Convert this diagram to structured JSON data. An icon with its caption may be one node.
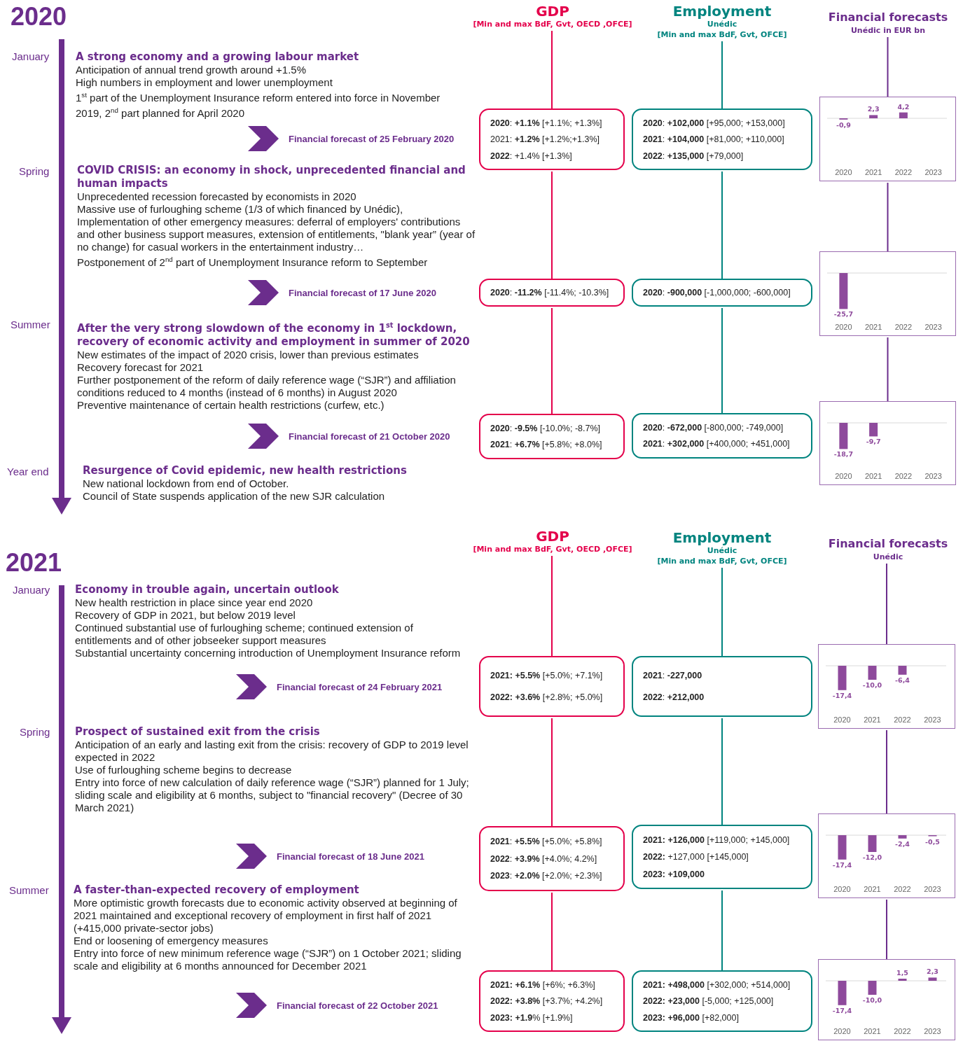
{
  "diagram": {
    "nodes": [
      {
        "text": [
          "GDP",
          "[Min and max BdF, Gvt, OECD ,OFCE]"
        ]
      },
      {
        "text": [
          "Employment",
          "Unédic",
          "[Min and max BdF, Gvt, OFCE]"
        ]
      },
      {
        "text": [
          "Financial forecasts",
          "Unédic in EUR bn"
        ]
      },
      {
        "text": [
          "A strong economy and a growing labour market",
          "Anticipation of annual trend growth around +1.5%",
          "High numbers in employment and lower unemployment",
          "1$^{st}$ part of the Unemployment Insurance reform entered into force in November 2019, 2$^{nd}$ part planned for April 2020"
        ]
      },
      {
        "text": [
          "Financial forecast of 25 February 2020"
        ]
      },
      {
        "text": [
          "**2020**: **+1.1%** [+1.1%; +1.3%]",
          "2021: **+1.2%** [+1.2%;+1.3%]",
          "**2022**: +1.4% [+1.3%]"
        ]
      },
      {
        "text": [
          "**2020**: **+102,000** [+95,000; +153,000]",
          "**2021**: **+104,000** [+81,000; +110,000]",
          "**2022**: **+135,000** [+79,000]"
        ]
      },
      {
        "text": [],
        "shape": "box"
      },
      {
        "text": [
          "COVID CRISIS: an economy in shock, unprecedented financial and human impacts",
          "Unprecedented recession forecasted by economists in 2020",
          "Massive use of furloughing scheme (1/3 of which financed by Unédic),",
          "Implementation of other emergency measures: deferral of employers' contributions and other business support measures, extension of entitlements, \"blank year” (year of no change) for casual workers in the entertainment industry…",
          "Postponement of 2$^{nd}$ part of Unemployment Insurance reform to September"
        ]
      },
      {
        "text": [
          "Financial forecast of 17 June 2020"
        ]
      },
      {
        "text": [
          "**2020**: **-11.2%** [-11.4%; -10.3%]"
        ]
      },
      {
        "text": [
          "**2020**: **-900,000** [-1,000,000; -600,000]"
        ]
      },
      {
        "text": [],
        "shape": "box"
      },
      {
        "text": [
          "After the very strong slowdown of the economy in 1$^{st}$ lockdown, recovery of economic activity and employment in summer of 2020",
          "New estimates of the impact of 2020 crisis, lower than previous estimates",
          "Recovery forecast for 2021",
          "Further postponement of the reform of daily reference wage (“SJR”) and affiliation conditions reduced to 4 months (instead of 6 months) in August 2020",
          "Preventive maintenance of certain health restrictions (curfew, etc.)"
        ]
      },
      {
        "text": [
          "Financial forecast of 21 October 2020"
        ]
      },
      {
        "text": [
          "**2020**: **-9.5%** [-10.0%; -8.7%]",
          "**2021**: **+6.7%** [+5.8%; +8.0%]"
        ]
      },
      {
        "text": [
          "**2020**: **-672,000** [-800,000; -749,000]",
          "**2021**: **+302,000** [+400,000; +451,000]"
        ]
      },
      {
        "text": [],
        "shape": "box"
      },
      {
        "text": [
          "Resurgence of Covid epidemic, new health restrictions",
          "New national lockdown from end of October.",
          "Council of State suspends application of the new SJR calculation"
        ]
      },
      {
        "text": [
          "GDP",
          "[Min and max BdF, Gvt, OECD ,OFCE]"
        ]
      },
      {
        "text": [
          "Employment",
          "Unédic",
          "[Min and max BdF, Gvt, OFCE]"
        ]
      },
      {
        "text": [
          "Financial forecasts",
          "Unédic"
        ]
      },
      {
        "text": [
          "Economy in trouble again, uncertain outlook",
          "New health restriction in place since year end 2020",
          "Recovery of GDP in 2021, but below 2019 level",
          "Continued substantial use of furloughing scheme; continued extension of entitlements and of other jobseeker support measures",
          "Substantial uncertainty concerning introduction of Unemployment Insurance reform"
        ]
      },
      {
        "text": [
          "Financial forecast of 24 February 2021"
        ]
      },
      {
        "text": [
          "**2021: +5.5%** [+5.0%; +7.1%]",
          "**2022: +3.6%** [+2.8%; +5.0%]"
        ]
      },
      {
        "text": [
          "**2021**: **-227,000**",
          "**2022**: **+212,000**"
        ]
      },
      {
        "text": [],
        "shape": "box"
      },
      {
        "text": [
          "Prospect of sustained exit from the crisis",
          "Anticipation of an early and lasting exit from the crisis: recovery of GDP to 2019 level expected in 2022",
          "Use of furloughing scheme begins to decrease",
          "Entry into force of new calculation of daily reference wage (“SJR”) planned for 1 July; sliding scale and eligibility at 6 months, subject to \"financial recovery\" (Decree of 30 March 2021)"
        ]
      },
      {
        "text": [
          "Financial forecast of 18 June 2021"
        ]
      },
      {
        "text": [
          "**2021**: **+5.5%** [+5.0%; +5.8%]",
          "**2022**: **+3.9%** [+4.0%; 4.2%]",
          "**2023**: **+2.0%** [+2.0%; +2.3%]"
        ]
      },
      {
        "text": [
          "**2021: +126,000** [+119,000; +145,000]",
          "**2022:** +127,000 [+145,000]",
          "**2023: +109,000**"
        ]
      },
      {
        "text": [],
        "shape": "box"
      },
      {
        "text": [
          "A faster-than-expected recovery of employment",
          "More optimistic growth forecasts due to economic activity observed at beginning of 2021 maintained and exceptional recovery of employment in first half of 2021 (+415,000 private-sector jobs)",
          "End or loosening of emergency measures",
          "Entry into force of new minimum reference wage (“SJR”) on 1 October 2021; sliding scale and eligibility at 6 months announced for December 2021"
        ]
      },
      {
        "text": [
          "Financial forecast of 22 October 2021"
        ]
      },
      {
        "text": [
          "**2021: +6.1%** [+6%; +6.3%]",
          "**2022: +3.8%** [+3.7%; +4.2%]",
          "**2023: +1.9**% [+1.9%]"
        ]
      },
      {
        "text": [
          "**2021: +498,000** [+302,000; +514,000]",
          "**2022: +23,000** [-5,000; +125,000]",
          "**2023: +96,000** [+82,000]"
        ]
      },
      {
        "text": [],
        "shape": "box"
      }
    ],
    "edges": [
      {
        "from": 0,
        "to": 5,
        "arrow": "none",
        "color": "#e4004b"
      },
      {
        "from": 5,
        "to": 10,
        "arrow": "none",
        "color": "#e4004b"
      },
      {
        "from": 10,
        "to": 15,
        "arrow": "none",
        "color": "#e4004b"
      },
      {
        "from": 1,
        "to": 6,
        "arrow": "none",
        "color": "#00847f"
      },
      {
        "from": 6,
        "to": 11,
        "arrow": "none",
        "color": "#00847f"
      },
      {
        "from": 11,
        "to": 16,
        "arrow": "none",
        "color": "#00847f"
      },
      {
        "from": 2,
        "to": 7,
        "arrow": "none",
        "color": "#6b2d8c"
      },
      {
        "from": 7,
        "to": 12,
        "arrow": "none",
        "color": "#6b2d8c"
      },
      {
        "from": 12,
        "to": 17,
        "arrow": "none",
        "color": "#6b2d8c"
      },
      {
        "from": 19,
        "to": 24,
        "arrow": "none",
        "color": "#e4004b"
      },
      {
        "from": 24,
        "to": 29,
        "arrow": "none",
        "color": "#e4004b"
      },
      {
        "from": 29,
        "to": 34,
        "arrow": "none",
        "color": "#e4004b"
      },
      {
        "from": 20,
        "to": 25,
        "arrow": "none",
        "color": "#00847f"
      },
      {
        "from": 25,
        "to": 30,
        "arrow": "none",
        "color": "#00847f"
      },
      {
        "from": 30,
        "to": 35,
        "arrow": "none",
        "color": "#00847f"
      },
      {
        "from": 21,
        "to": 26,
        "arrow": "none",
        "color": "#6b2d8c"
      },
      {
        "from": 26,
        "to": 31,
        "arrow": "none",
        "color": "#6b2d8c"
      },
      {
        "from": 31,
        "to": 36,
        "arrow": "none",
        "color": "#6b2d8c"
      }
    ],
    "labels": [
      "2020",
      "January",
      "Spring",
      "Summer",
      "Year end",
      "2021",
      "January",
      "Spring",
      "Summer"
    ],
    "chart_data": [
      {
        "type": "bar",
        "categories": [
          "2020",
          "2021",
          "2022",
          "2023"
        ],
        "values": [
          -0.9,
          2.3,
          4.2,
          null
        ],
        "value_labels": [
          "-0,9",
          "2,3",
          "4,2",
          null
        ]
      },
      {
        "type": "bar",
        "categories": [
          "2020",
          "2021",
          "2022",
          "2023"
        ],
        "values": [
          -25.7,
          null,
          null,
          null
        ],
        "value_labels": [
          "-25,7",
          null,
          null,
          null
        ]
      },
      {
        "type": "bar",
        "categories": [
          "2020",
          "2021",
          "2022",
          "2023"
        ],
        "values": [
          -18.7,
          -9.7,
          null,
          null
        ],
        "value_labels": [
          "-18,7",
          "-9,7",
          null,
          null
        ]
      },
      {
        "type": "bar",
        "categories": [
          "2020",
          "2021",
          "2022",
          "2023"
        ],
        "values": [
          -17.4,
          -10.0,
          -6.4,
          null
        ],
        "value_labels": [
          "-17,4",
          "-10,0",
          "-6,4",
          null
        ]
      },
      {
        "type": "bar",
        "categories": [
          "2020",
          "2021",
          "2022",
          "2023"
        ],
        "values": [
          -17.4,
          -12.0,
          -2.4,
          -0.5
        ],
        "value_labels": [
          "-17,4",
          "-12,0",
          "-2,4",
          "-0,5"
        ]
      },
      {
        "type": "bar",
        "categories": [
          "2020",
          "2021",
          "2022",
          "2023"
        ],
        "values": [
          -17.4,
          -10.0,
          1.5,
          2.3
        ],
        "value_labels": [
          "-17,4",
          "-10,0",
          "1,5",
          "2,3"
        ]
      }
    ]
  }
}
